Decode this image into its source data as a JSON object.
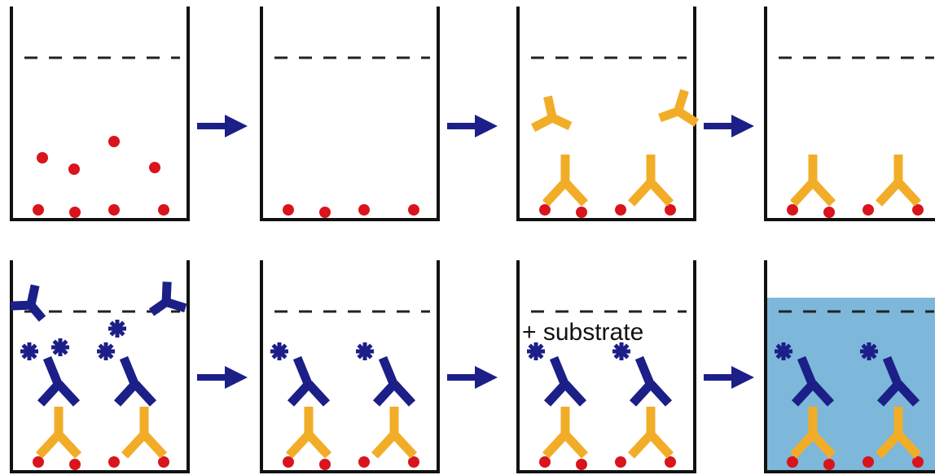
{
  "colors": {
    "background": "#ffffff",
    "antigen": "#d9141c",
    "capture_antibody": "#f2ad28",
    "detection_antibody": "#1c1f87",
    "arrow": "#1c1f87",
    "substrate_fill": "#7db7d9",
    "wall": "#111111"
  },
  "rows": [
    {
      "steps": [
        {
          "antigens": "scattered",
          "capture_antibodies": "none",
          "detection_antibodies": "none",
          "substrate": false
        },
        {
          "antigens": "bound",
          "capture_antibodies": "none",
          "detection_antibodies": "none",
          "substrate": false
        },
        {
          "antigens": "bound",
          "capture_antibodies": "free",
          "detection_antibodies": "none",
          "substrate": false
        },
        {
          "antigens": "bound",
          "capture_antibodies": "bound",
          "detection_antibodies": "none",
          "substrate": false
        }
      ]
    },
    {
      "steps": [
        {
          "antigens": "bound",
          "capture_antibodies": "bound",
          "detection_antibodies": "free",
          "substrate": false
        },
        {
          "antigens": "bound",
          "capture_antibodies": "bound",
          "detection_antibodies": "bound",
          "substrate": false
        },
        {
          "antigens": "bound",
          "capture_antibodies": "bound",
          "detection_antibodies": "bound",
          "substrate": false,
          "label": "+ substrate"
        },
        {
          "antigens": "bound",
          "capture_antibodies": "bound",
          "detection_antibodies": "bound",
          "substrate": true
        }
      ]
    }
  ]
}
